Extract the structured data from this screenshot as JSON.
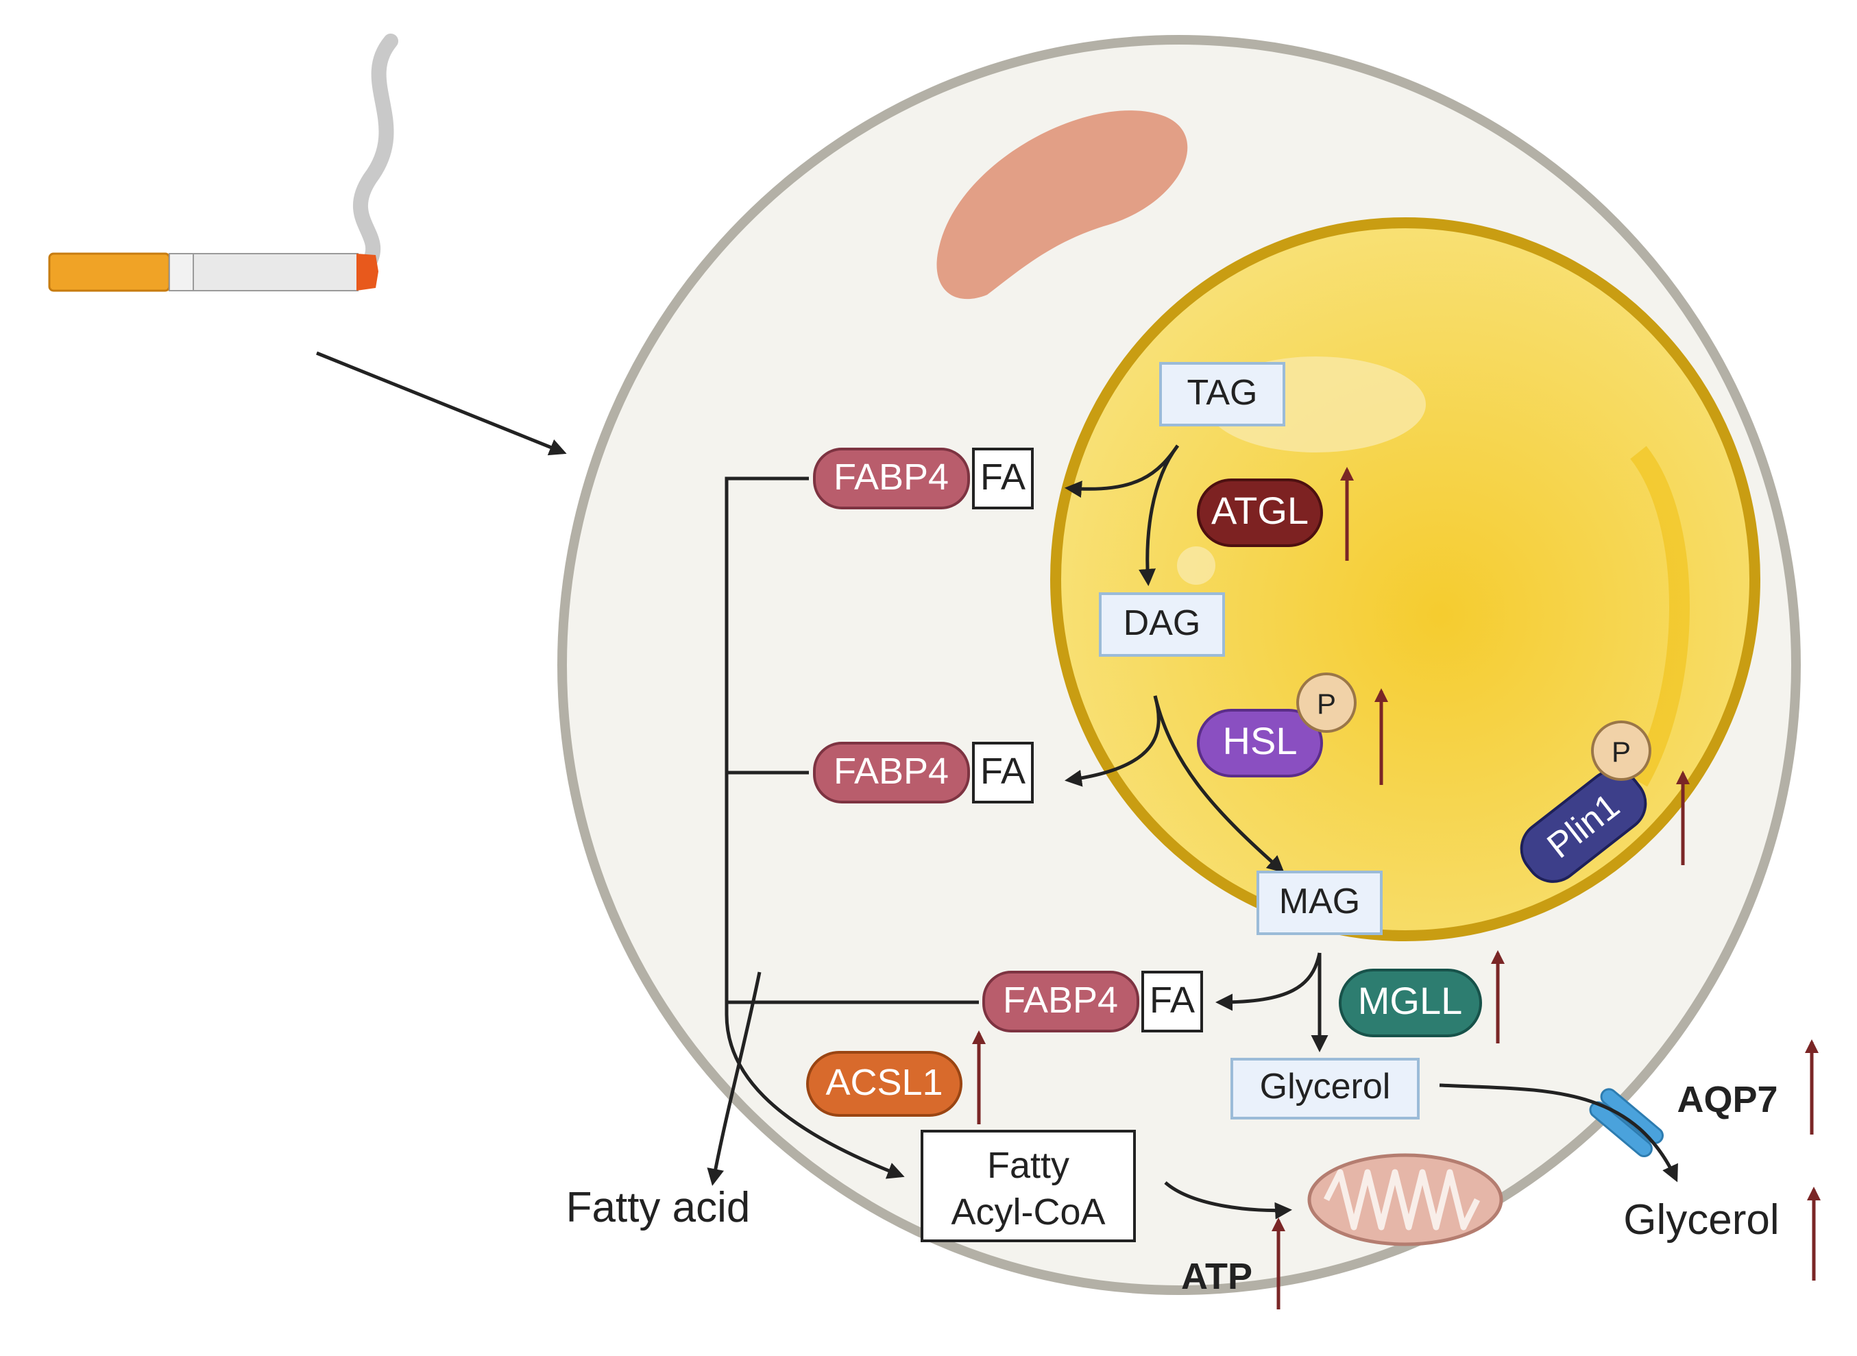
{
  "diagram": {
    "substrates": {
      "tag": "TAG",
      "dag": "DAG",
      "mag": "MAG",
      "glycerol_inner": "Glycerol"
    },
    "fabp4_label": "FABP4",
    "fa_label": "FA",
    "enzymes": {
      "atgl": "ATGL",
      "hsl": "HSL",
      "mgll": "MGLL",
      "acsl1": "ACSL1",
      "plin1": "Plin1",
      "phospho": "P"
    },
    "products": {
      "fatty_acyl_coa_line1": "Fatty",
      "fatty_acyl_coa_line2": "Acyl-CoA",
      "fatty_acid": "Fatty acid",
      "atp": "ATP",
      "aqp7": "AQP7",
      "glycerol_out": "Glycerol"
    },
    "colors": {
      "cell_fill": "#f4f3ee",
      "cell_border": "#b3b0a6",
      "lipid_droplet": "#f3d24a",
      "lipid_border": "#c99d12",
      "fabp4": "#b95d6c",
      "atgl": "#7d2222",
      "hsl": "#8a4fc1",
      "mgll": "#2d7d70",
      "acsl1": "#d86a2c",
      "plin1": "#3d3f8a",
      "up_arrow": "#7a2626",
      "aqp7": "#4aa2dc",
      "mitochondrion": "#e5b6a8",
      "nucleus": "#e29f86"
    }
  }
}
